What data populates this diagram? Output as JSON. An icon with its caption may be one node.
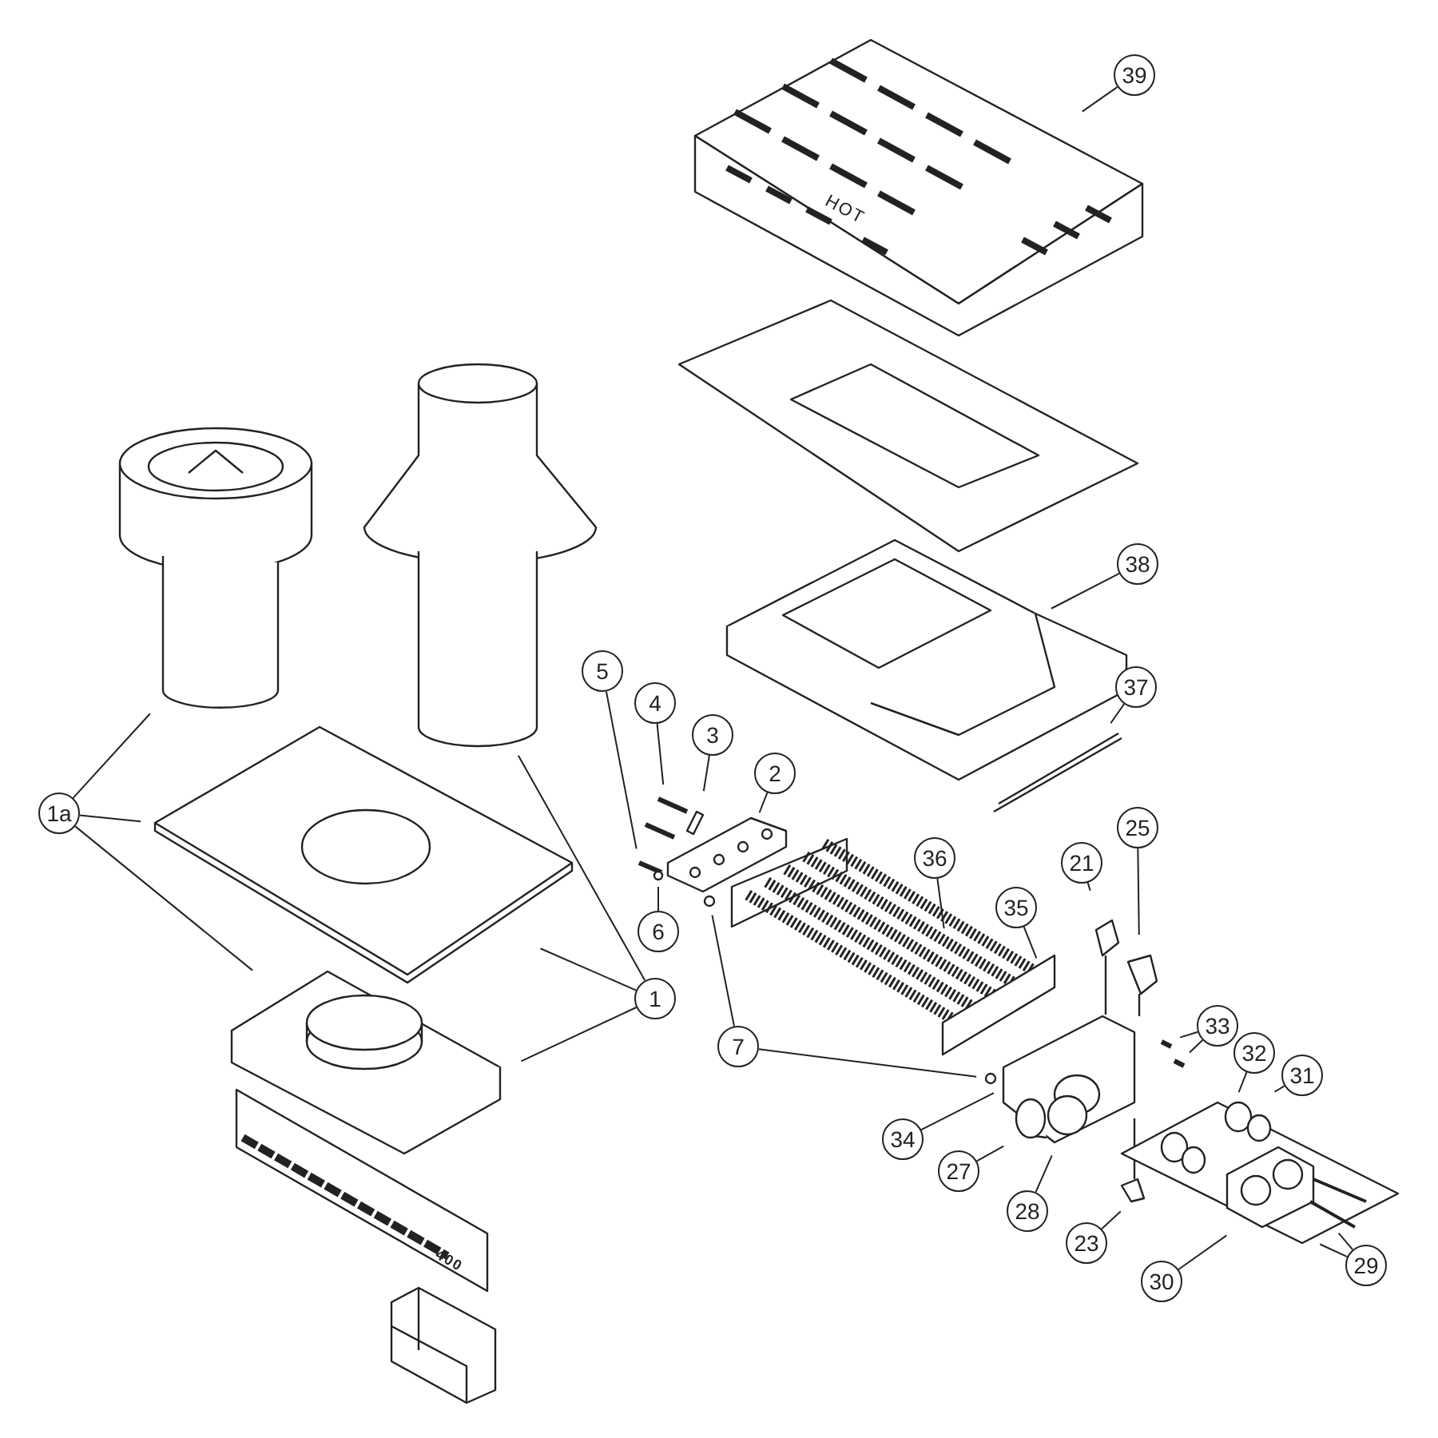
{
  "diagram": {
    "nodes": [
      {
        "text": [
          "39"
        ]
      },
      {
        "text": [
          "38"
        ]
      },
      {
        "text": [
          "5"
        ]
      },
      {
        "text": [
          "37"
        ]
      },
      {
        "text": [
          "4"
        ]
      },
      {
        "text": [
          "3"
        ]
      },
      {
        "text": [
          "2"
        ]
      },
      {
        "text": [
          "1a"
        ]
      },
      {
        "text": [
          "25"
        ]
      },
      {
        "text": [
          "36"
        ]
      },
      {
        "text": [
          "21"
        ]
      },
      {
        "text": [
          "35"
        ]
      },
      {
        "text": [
          "6"
        ]
      },
      {
        "text": [
          "1"
        ]
      },
      {
        "text": [
          "33"
        ]
      },
      {
        "text": [
          "7"
        ]
      },
      {
        "text": [
          "32"
        ]
      },
      {
        "text": [
          "31"
        ]
      },
      {
        "text": [
          "34"
        ]
      },
      {
        "text": [
          "27"
        ]
      },
      {
        "text": [
          "28"
        ]
      },
      {
        "text": [
          "23"
        ]
      },
      {
        "text": [
          "29"
        ]
      },
      {
        "text": [
          "30"
        ]
      }
    ],
    "edges": [
      {
        "from": 0,
        "to": null,
        "arrow": "none"
      },
      {
        "from": 1,
        "to": null,
        "arrow": "none"
      },
      {
        "from": 2,
        "to": null,
        "arrow": "none"
      },
      {
        "from": 3,
        "to": null,
        "arrow": "none"
      },
      {
        "from": 4,
        "to": null,
        "arrow": "none"
      },
      {
        "from": 5,
        "to": null,
        "arrow": "none"
      },
      {
        "from": 6,
        "to": null,
        "arrow": "none"
      },
      {
        "from": 7,
        "to": null,
        "arrow": "none"
      },
      {
        "from": 7,
        "to": null,
        "arrow": "none"
      },
      {
        "from": 7,
        "to": null,
        "arrow": "none"
      },
      {
        "from": 8,
        "to": null,
        "arrow": "none"
      },
      {
        "from": 9,
        "to": null,
        "arrow": "none"
      },
      {
        "from": 10,
        "to": null,
        "arrow": "none"
      },
      {
        "from": 11,
        "to": null,
        "arrow": "none"
      },
      {
        "from": 12,
        "to": null,
        "arrow": "none"
      },
      {
        "from": 13,
        "to": null,
        "arrow": "none"
      },
      {
        "from": 13,
        "to": null,
        "arrow": "none"
      },
      {
        "from": 13,
        "to": null,
        "arrow": "none"
      },
      {
        "from": 14,
        "to": null,
        "arrow": "none"
      },
      {
        "from": 14,
        "to": null,
        "arrow": "none"
      },
      {
        "from": 15,
        "to": null,
        "arrow": "none"
      },
      {
        "from": 15,
        "to": null,
        "arrow": "none"
      },
      {
        "from": 16,
        "to": null,
        "arrow": "none"
      },
      {
        "from": 17,
        "to": null,
        "arrow": "none"
      },
      {
        "from": 18,
        "to": null,
        "arrow": "none"
      },
      {
        "from": 19,
        "to": null,
        "arrow": "none"
      },
      {
        "from": 20,
        "to": null,
        "arrow": "none"
      },
      {
        "from": 21,
        "to": null,
        "arrow": "none"
      },
      {
        "from": 22,
        "to": null,
        "arrow": "none"
      },
      {
        "from": 22,
        "to": null,
        "arrow": "none"
      },
      {
        "from": 23,
        "to": null,
        "arrow": "none"
      }
    ],
    "labels": [
      "HOT",
      "400"
    ]
  }
}
